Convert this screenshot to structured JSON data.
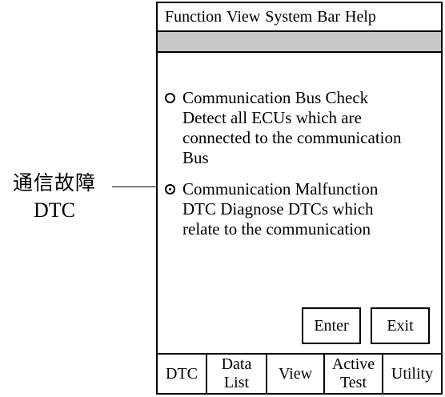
{
  "callout": {
    "label_cn": "通信故障",
    "label_en": "DTC"
  },
  "menu": {
    "items": [
      "Function",
      "View",
      "System",
      "Bar",
      "Help"
    ]
  },
  "options": [
    {
      "selected": false,
      "lines": [
        "Communication Bus Check",
        "Detect all ECUs which are",
        "connected to the communication",
        "Bus"
      ]
    },
    {
      "selected": true,
      "lines": [
        "Communication Malfunction",
        "DTC Diagnose DTCs which",
        "relate to the communication"
      ]
    }
  ],
  "buttons": {
    "enter": "Enter",
    "exit": "Exit"
  },
  "tabs": {
    "dtc": "DTC",
    "data_list_1": "Data",
    "data_list_2": "List",
    "view": "View",
    "active_test_1": "Active",
    "active_test_2": "Test",
    "utility": "Utility"
  }
}
